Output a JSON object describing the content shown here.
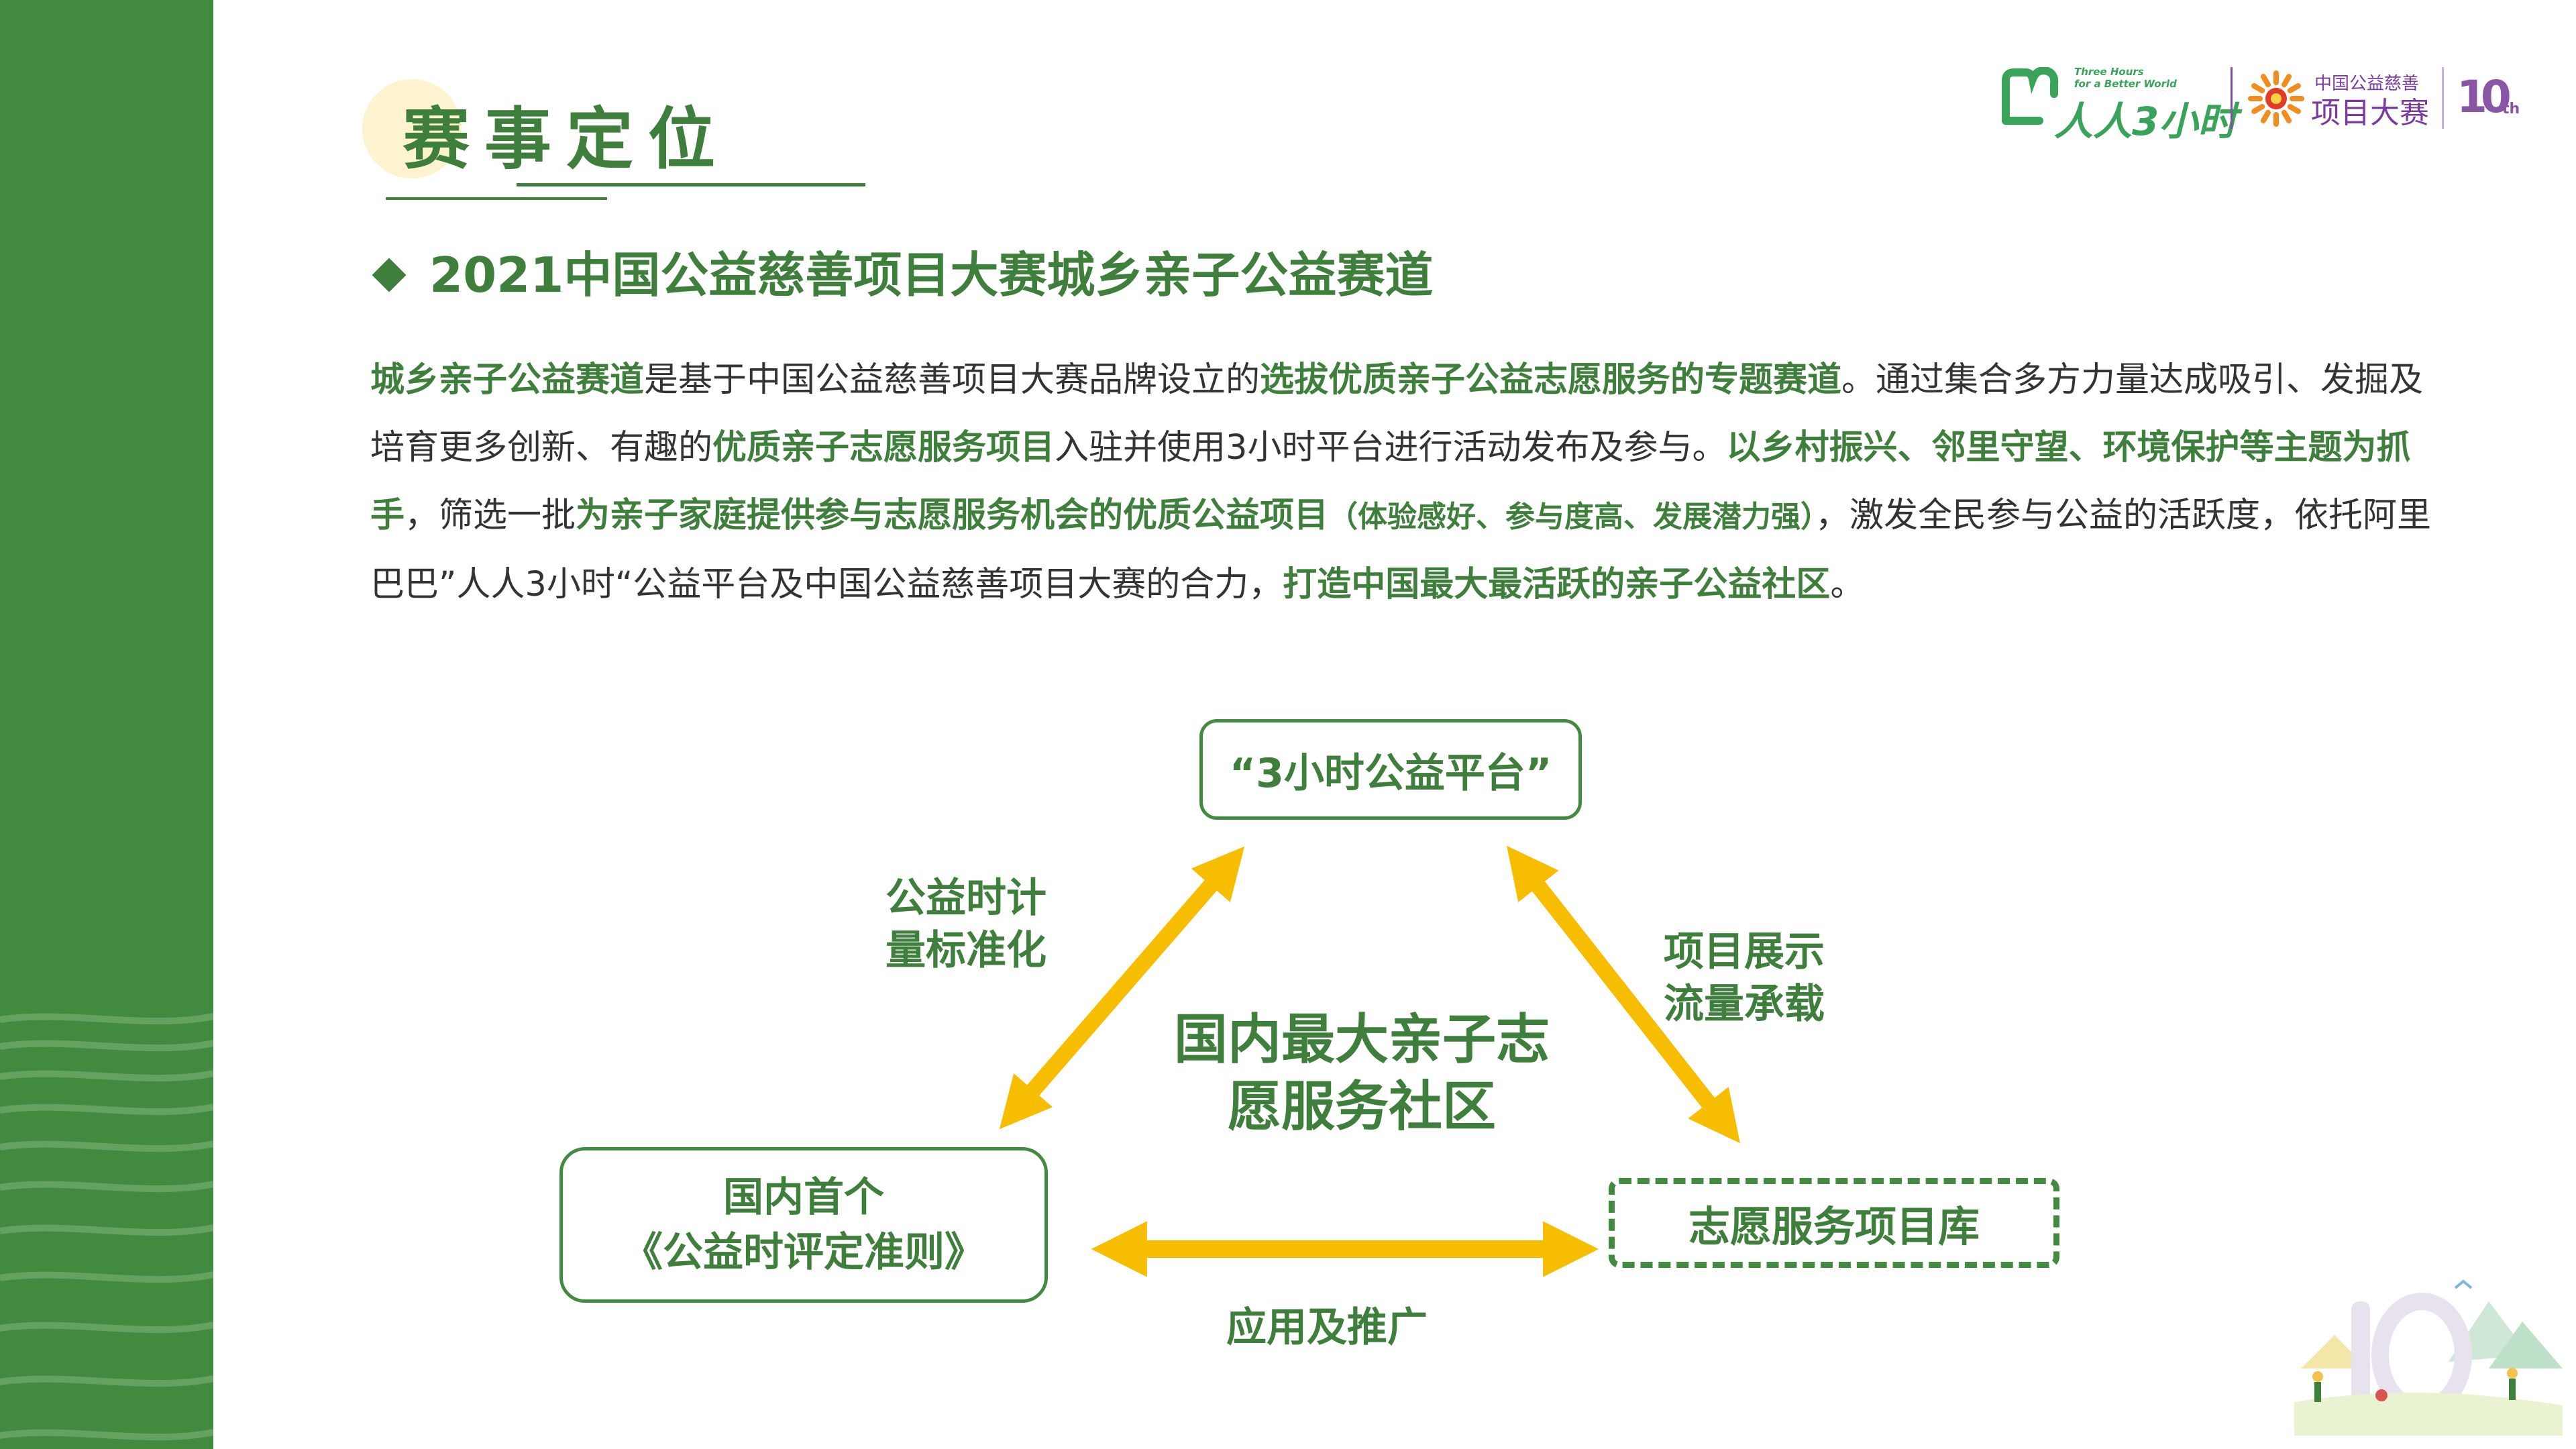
{
  "header": {
    "title": "赛事定位"
  },
  "logos": {
    "platform_tagline": "Three Hours\nfor a Better World",
    "platform_name": "人人3小时",
    "competition_name_line1": "中国公益慈善",
    "competition_name_line2": "项目大赛",
    "anniversary": "10",
    "anniversary_suffix": "th"
  },
  "subtitle": "2021中国公益慈善项目大赛城乡亲子公益赛道",
  "paragraph": {
    "s1": "城乡亲子公益赛道",
    "s2": "是基于中国公益慈善项目大赛品牌设立的",
    "s3": "选拔优质亲子公益志愿服务的专题赛道",
    "s4": "。通过集合多方力量达成吸引、发掘及培育更多创新、有趣的",
    "s5": "优质亲子志愿服务项目",
    "s6": "入驻并使用3小时平台进行活动发布及参与。",
    "s7": "以乡村振兴、邻里守望、环境保护等主题为抓手",
    "s8": "，筛选一批",
    "s9": "为亲子家庭提供参与志愿服务机会的优质公益项目",
    "s10": "（体验感好、参与度高、发展潜力强）",
    "s11": "，激发全民参与公益的活跃度，依托阿里巴巴”人人3小时“公益平台及中国公益慈善项目大赛的合力，",
    "s12": "打造中国最大最活跃的亲子公益社区",
    "s13": "。"
  },
  "diagram": {
    "top_box": "“3小时公益平台”",
    "left_box_line1": "国内首个",
    "left_box_line2": "《公益时评定准则》",
    "right_box": "志愿服务项目库",
    "left_label_line1": "公益时计",
    "left_label_line2": "量标准化",
    "right_label_line1": "项目展示",
    "right_label_line2": "流量承载",
    "bottom_label": "应用及推广",
    "center_line1": "国内最大亲子志",
    "center_line2": "愿服务社区"
  },
  "colors": {
    "brand_green": "#438a41",
    "text_green": "#3f7f3c",
    "arrow_yellow": "#f7bd00",
    "accent_cream": "#fdf3cf",
    "logo_purple": "#7a3aa0"
  }
}
